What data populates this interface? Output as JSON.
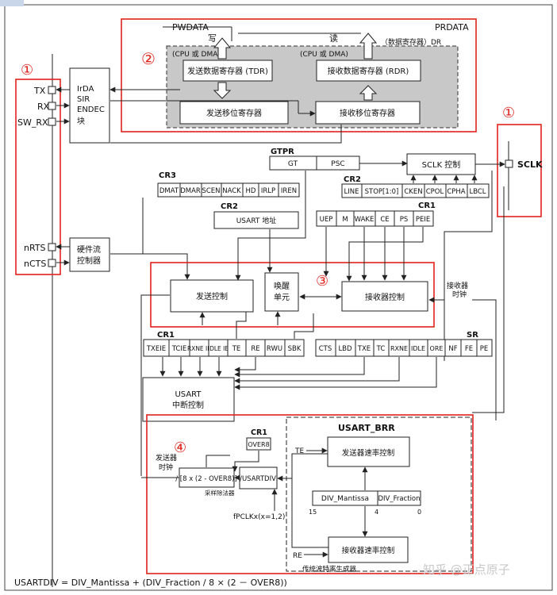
{
  "labels": {
    "pwdata": "PWDATA",
    "prdata": "PRDATA",
    "write": "写",
    "read": "读",
    "data_register": "（数据寄存器）DR",
    "cpu_dma_left": "(CPU 或 DMA)",
    "cpu_dma_right": "(CPU 或 DMA)",
    "tdr": "发送数据寄存器 (TDR)",
    "rdr": "接收数据寄存器 (RDR)",
    "tx_shift": "发送移位寄存器",
    "rx_shift": "接收移位寄存器",
    "num_1": "①",
    "num_2": "②",
    "num_3": "③",
    "num_4": "④",
    "tx": "TX",
    "rx": "RX",
    "sw_rx": "SW_RX",
    "nrts": "nRTS",
    "ncts": "nCTS",
    "sclk": "SCLK",
    "irda_lines": [
      "IrDA",
      "SIR",
      "ENDEC",
      "块"
    ],
    "hwflow_lines": [
      "硬件流",
      "控制器"
    ],
    "gtpr": "GTPR",
    "gt": "GT",
    "psc": "PSC",
    "sclk_ctrl": "SCLK 控制",
    "cr3": "CR3",
    "cr3_bits": [
      "DMAT",
      "DMAR",
      "SCEN",
      "NACK",
      "HD",
      "IRLP",
      "IREN"
    ],
    "cr2_top": "CR2",
    "cr2_bits": [
      "LINE",
      "STOP[1:0]",
      "CKEN",
      "CPOL",
      "CPHA",
      "LBCL"
    ],
    "cr2_mid": "CR2",
    "usart_addr": "USART 地址",
    "cr1_top": "CR1",
    "cr1_top_bits": [
      "UEP",
      "M",
      "WAKE",
      "CE",
      "PS",
      "PEIE"
    ],
    "tx_ctrl": "发送控制",
    "wake_lines": [
      "唤醒",
      "单元"
    ],
    "rx_ctrl": "接收器控制",
    "rx_clock_lines": [
      "接收器",
      "时钟"
    ],
    "cr1_bottom": "CR1",
    "cr1_bottom_bits": [
      "TXEIE",
      "TCIE",
      "RXNE IE",
      "IDLE IE",
      "TE",
      "RE",
      "RWU",
      "SBK"
    ],
    "sr": "SR",
    "sr_bits": [
      "CTS",
      "LBD",
      "TXE",
      "TC",
      "RXNE",
      "IDLE",
      "ORE",
      "NF",
      "FE",
      "PE"
    ],
    "usart_irq_lines": [
      "USART",
      "中断控制"
    ],
    "cr1_over": "CR1",
    "over8": "OVER8",
    "usart_brr": "USART_BRR",
    "te": "TE",
    "re": "RE",
    "tx_rate": "发送器速率控制",
    "rx_rate": "接收器速率控制",
    "div_mantissa": "DIV_Mantissa",
    "div_fraction": "DIV_Fraction",
    "bit_15": "15",
    "bit_4": "4",
    "bit_0": "0",
    "tx_clock_lines": [
      "发送器",
      "时钟"
    ],
    "div_8_over8": "/ [8 x (2 - OVER8)]",
    "sample_div": "采样除法器",
    "div_usartdiv": "/USARTDIV",
    "fpclk": "fPCLKx(x=1,2)",
    "baud_gen": "传统波特率生成器",
    "formula": "USARTDIV = DIV_Mantissa + (DIV_Fraction / 8 × (2 － OVER8))",
    "watermark": "知乎 @正点原子"
  }
}
